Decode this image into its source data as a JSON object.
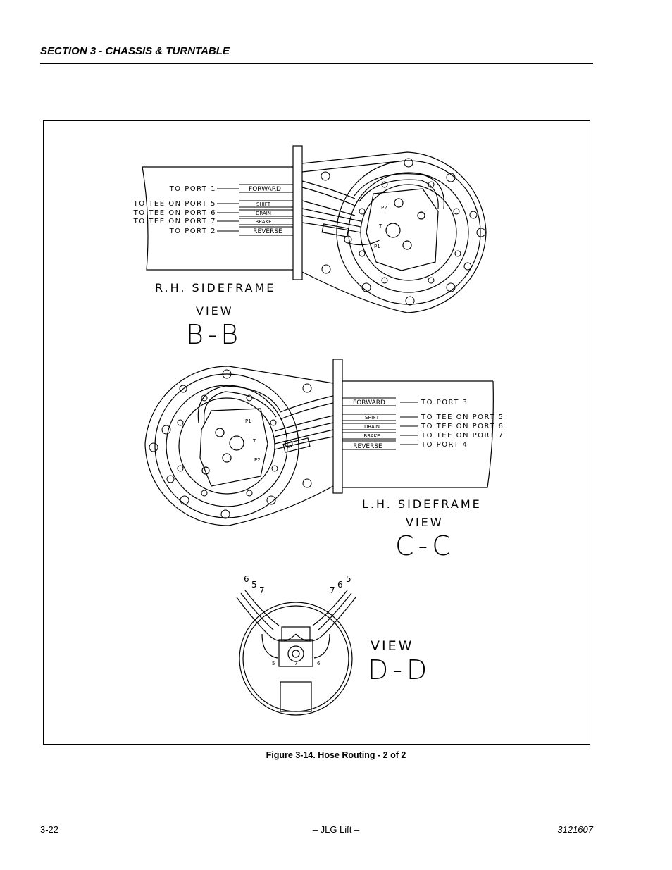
{
  "header": {
    "section": "SECTION 3 - CHASSIS & TURNTABLE"
  },
  "view_bb": {
    "sideframe": "R.H. SIDEFRAME",
    "view": "VIEW",
    "letter": "B-B",
    "ports": [
      "TO PORT 1",
      "TO TEE ON PORT 5",
      "TO TEE ON PORT 6",
      "TO TEE ON PORT 7",
      "TO PORT 2"
    ],
    "hoses": [
      "FORWARD",
      "SHIFT",
      "DRAIN",
      "BRAKE",
      "REVERSE"
    ],
    "motor_ports": [
      "P2",
      "T",
      "P1"
    ]
  },
  "view_cc": {
    "sideframe": "L.H. SIDEFRAME",
    "view": "VIEW",
    "letter": "C-C",
    "ports": [
      "TO PORT 3",
      "TO TEE ON PORT 5",
      "TO TEE ON PORT 6",
      "TO TEE ON PORT 7",
      "TO PORT 4"
    ],
    "hoses": [
      "FORWARD",
      "SHIFT",
      "DRAIN",
      "BRAKE",
      "REVERSE"
    ],
    "motor_ports": [
      "P1",
      "T",
      "P2"
    ]
  },
  "view_dd": {
    "view": "VIEW",
    "letter": "D-D",
    "left_numbers": [
      "6",
      "5",
      "7"
    ],
    "right_numbers": [
      "7",
      "6",
      "5"
    ],
    "bottom_numbers": [
      "5",
      "7",
      "6"
    ]
  },
  "caption": "Figure 3-14.  Hose Routing - 2 of 2",
  "footer": {
    "page": "3-22",
    "center": "– JLG Lift –",
    "doc": "3121607"
  }
}
